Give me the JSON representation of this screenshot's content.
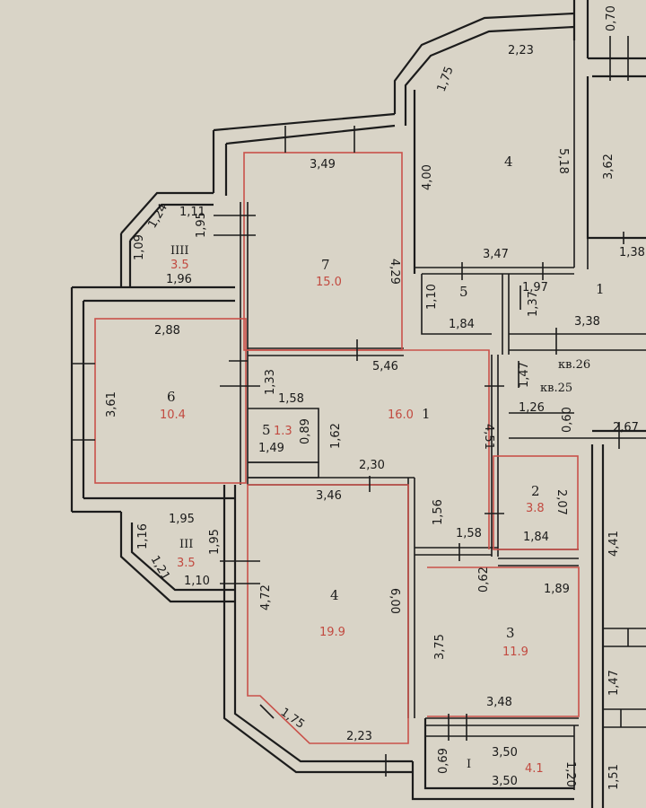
{
  "rooms": {
    "r7": {
      "number": "7",
      "area": "15.0",
      "d_top": "3,49",
      "d_right": "4,29"
    },
    "r6": {
      "number": "6",
      "area": "10.4",
      "d_top": "2,88",
      "d_left": "3,61"
    },
    "r1": {
      "number": "1",
      "area": "16.0",
      "d_top": "5,46",
      "d_a": "1,33",
      "d_b": "1,58",
      "d_c": "1,62",
      "d_d": "2,30",
      "d_right": "4,51",
      "d_e": "1,56",
      "d_f": "1,58"
    },
    "r5": {
      "number": "5",
      "area": "1.3",
      "d_bottom": "1,49",
      "d_right": "0,89"
    },
    "r4": {
      "number": "4",
      "area": "19.9",
      "d_top": "3,46",
      "d_left": "4,72",
      "d_right": "6,00",
      "d_diag": "1,75",
      "d_bottom": "2,23"
    },
    "r2": {
      "number": "2",
      "area": "3.8",
      "d_right": "2,07",
      "d_bottom": "1,84"
    },
    "r3": {
      "number": "3",
      "area": "11.9",
      "d_top": "1,89",
      "d_left": "3,75",
      "d_a": "0,62",
      "d_bottom": "3,48"
    },
    "balc_upper": {
      "number": "IIII",
      "area": "3.5",
      "d_a": "1,24",
      "d_b": "1,11",
      "d_c": "1,95",
      "d_d": "1,09",
      "d_e": "1,96"
    },
    "balc_lower": {
      "number": "III",
      "area": "3.5",
      "d_a": "1,95",
      "d_b": "1,16",
      "d_c": "1,21",
      "d_d": "1,95",
      "d_e": "1,10"
    },
    "balc_bottom": {
      "number": "I",
      "area": "4.1",
      "d_top": "3,50",
      "d_bottom": "3,50",
      "d_left": "0,69",
      "d_right": "1,20"
    }
  },
  "neighbor": {
    "r4": {
      "number": "4",
      "d_a": "1,75",
      "d_b": "2,23",
      "d_c": "4,00",
      "d_d": "5,18",
      "d_e": "3,47"
    },
    "r5": {
      "number": "5",
      "d_a": "1,10",
      "d_b": "1,84"
    },
    "r1": {
      "number": "1",
      "d_a": "1,37",
      "d_b": "1,97",
      "d_c": "3,38",
      "d_d": "1,47",
      "d_e": "1,26",
      "d_f": "0,60"
    },
    "top": {
      "d_a": "0,70",
      "d_b": "3,62",
      "d_c": "1,38"
    },
    "right": {
      "d_a": "2,67",
      "d_b": "4,41",
      "d_c": "1,47",
      "d_d": "1,51"
    },
    "apt26": "кв.26",
    "apt25": "кв.25"
  }
}
